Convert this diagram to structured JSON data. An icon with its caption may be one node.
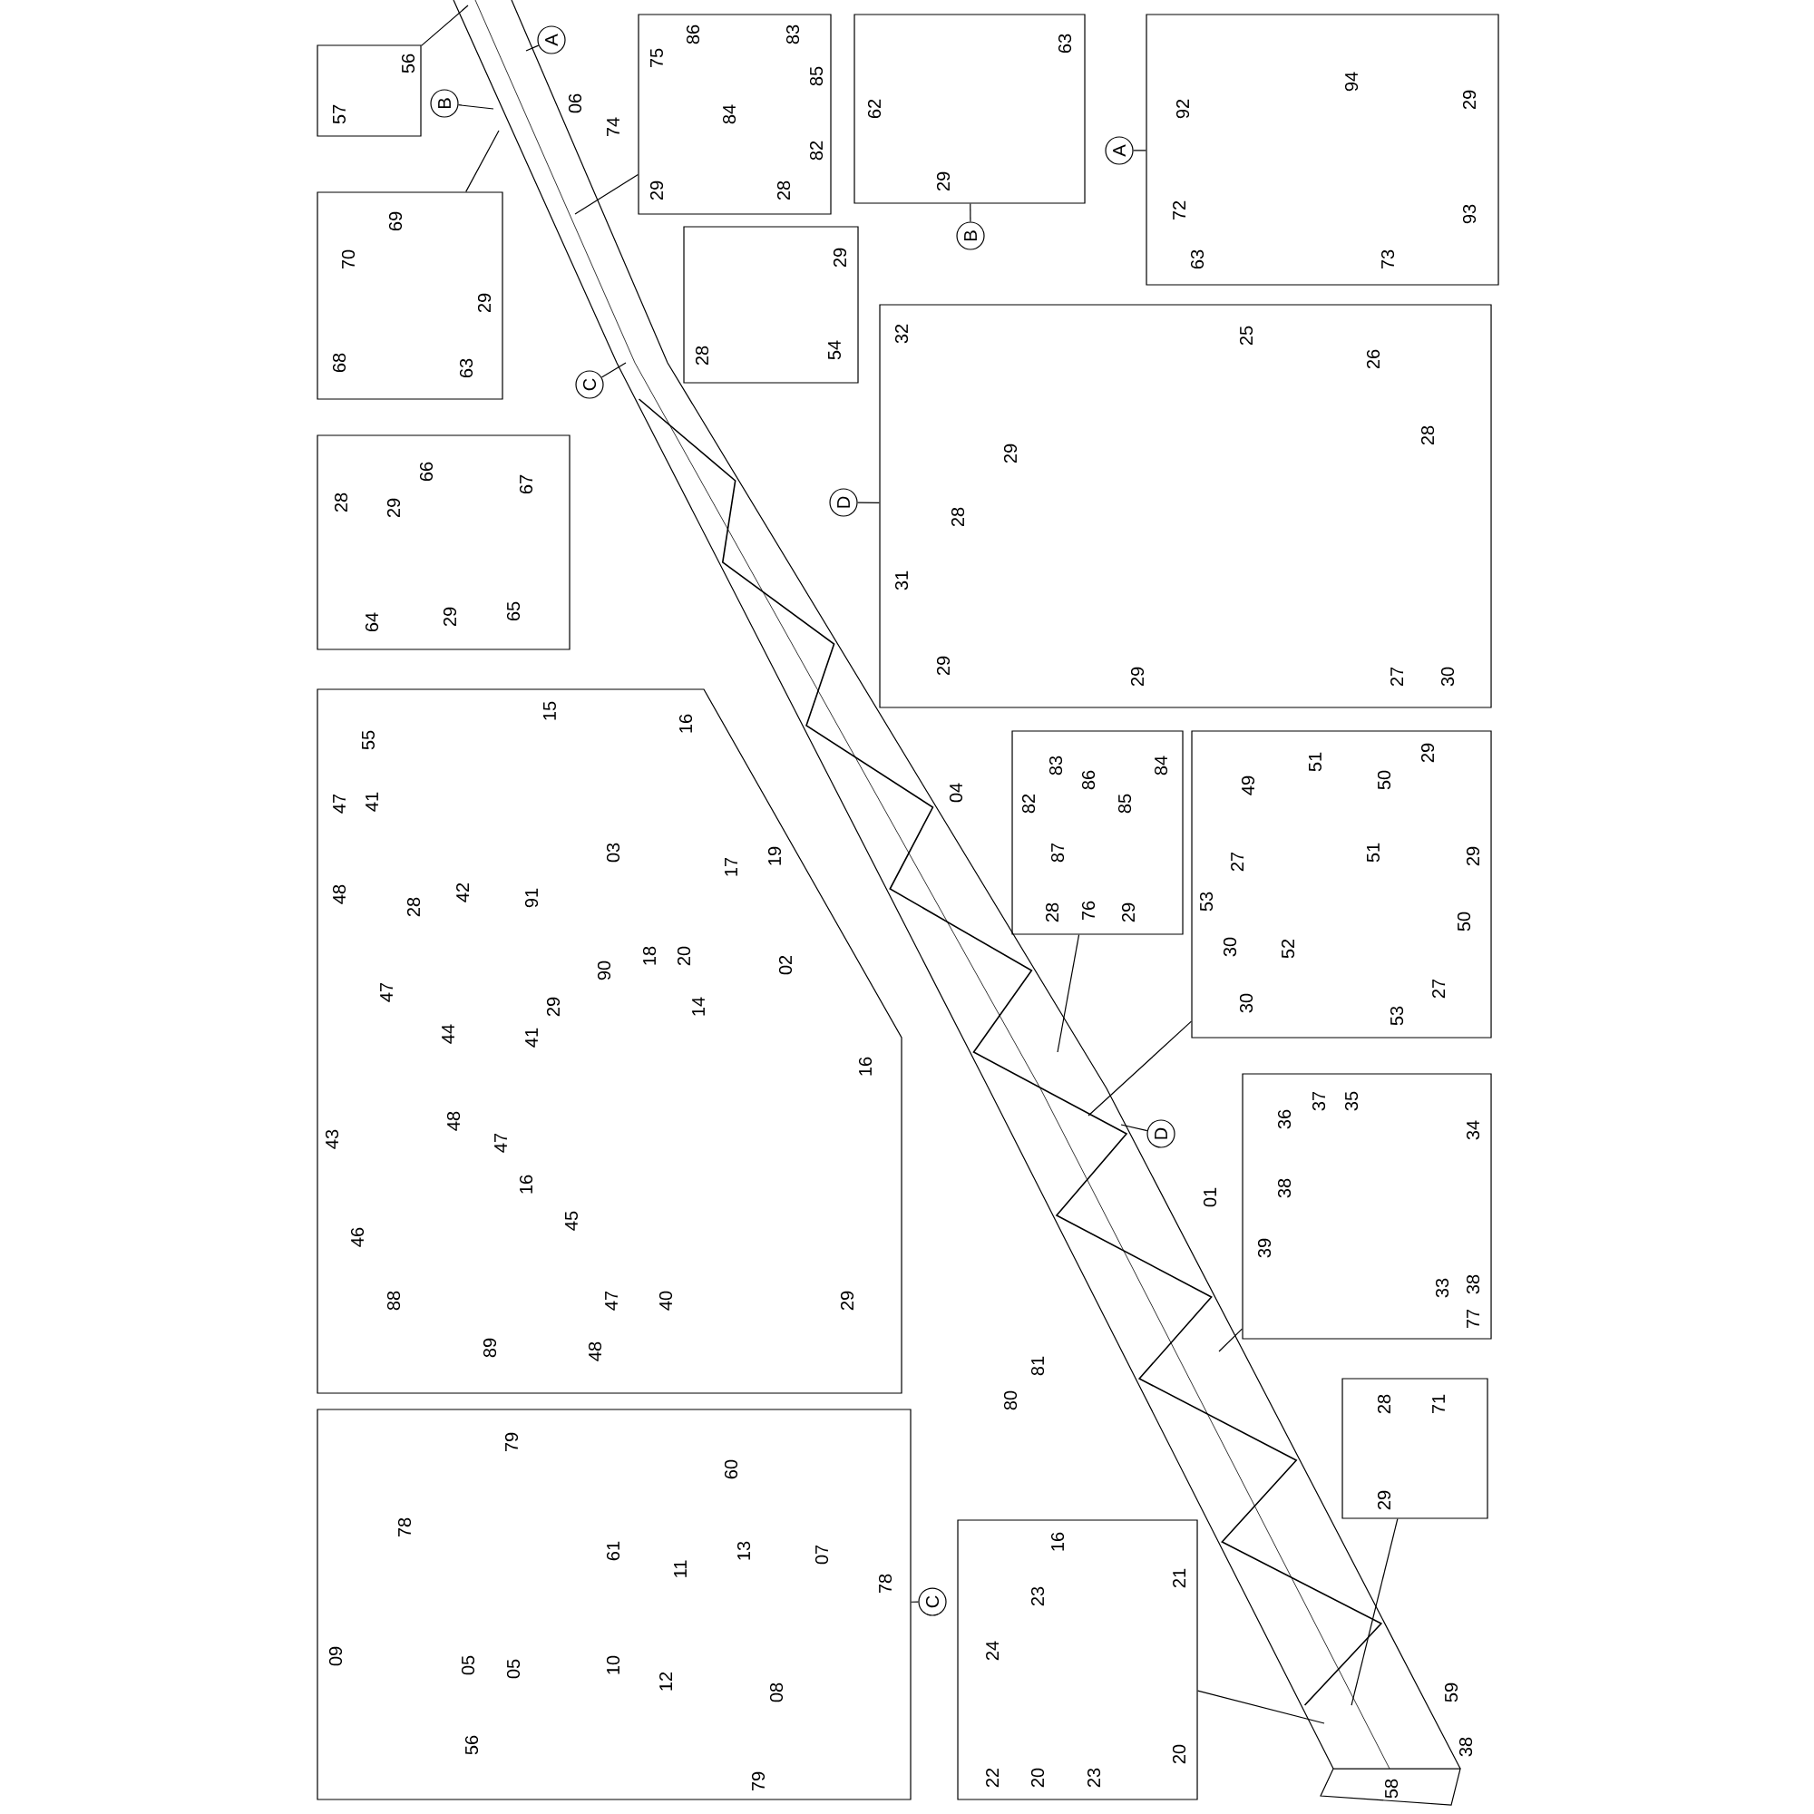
{
  "diagram": {
    "nodes": [
      {
        "text": [
          "57",
          "56"
        ]
      },
      {
        "text": [
          "B"
        ]
      },
      {
        "text": [
          "A"
        ]
      },
      {
        "text": [
          "69",
          "70",
          "29",
          "68",
          "63"
        ]
      },
      {
        "text": [
          "75",
          "86",
          "83",
          "74",
          "84",
          "85",
          "82",
          "29",
          "28"
        ]
      },
      {
        "text": [
          "62",
          "63",
          "29"
        ]
      },
      {
        "text": [
          "B"
        ]
      },
      {
        "text": [
          "92",
          "94",
          "29",
          "72",
          "93",
          "63",
          "73"
        ]
      },
      {
        "text": [
          "A"
        ]
      },
      {
        "text": [
          "29",
          "54",
          "28"
        ]
      },
      {
        "text": [
          "C"
        ]
      },
      {
        "text": [
          "28",
          "29",
          "66",
          "67",
          "64",
          "29",
          "65"
        ]
      },
      {
        "text": [
          "D"
        ]
      },
      {
        "text": [
          "32",
          "25",
          "26",
          "29",
          "28",
          "28",
          "31",
          "29",
          "29",
          "27",
          "30"
        ]
      },
      {
        "text": [
          "15",
          "16",
          "55",
          "47",
          "41",
          "48",
          "28",
          "42",
          "91",
          "03",
          "17",
          "19",
          "18",
          "20",
          "90",
          "02",
          "47",
          "44",
          "29",
          "41",
          "14",
          "16",
          "43",
          "48",
          "47",
          "46",
          "16",
          "45",
          "88",
          "89",
          "47",
          "40",
          "48",
          "29"
        ]
      },
      {
        "text": [
          "83",
          "86",
          "84",
          "82",
          "85",
          "87",
          "28",
          "76",
          "29"
        ]
      },
      {
        "text": [
          "29",
          "51",
          "50",
          "49",
          "27",
          "51",
          "29",
          "53",
          "30",
          "52",
          "50",
          "30",
          "27",
          "53"
        ]
      },
      {
        "text": [
          "D"
        ]
      },
      {
        "text": [
          "36",
          "37",
          "35",
          "34",
          "38",
          "39",
          "33",
          "38",
          "77"
        ]
      },
      {
        "text": [
          "79",
          "60",
          "78",
          "61",
          "11",
          "13",
          "07",
          "78",
          "09",
          "05",
          "05",
          "10",
          "12",
          "08",
          "56",
          "79"
        ]
      },
      {
        "text": [
          "C"
        ]
      },
      {
        "text": [
          "28",
          "71",
          "29"
        ]
      },
      {
        "text": [
          "16",
          "23",
          "21",
          "24",
          "22",
          "20",
          "23",
          "20"
        ]
      }
    ],
    "edges": [
      {
        "from": 0,
        "to": null,
        "arrow": "none"
      },
      {
        "from": 1,
        "to": null,
        "arrow": "none"
      },
      {
        "from": 2,
        "to": null,
        "arrow": "none"
      },
      {
        "from": 3,
        "to": null,
        "arrow": "none"
      },
      {
        "from": 4,
        "to": null,
        "arrow": "none"
      },
      {
        "from": 6,
        "to": 5,
        "arrow": "none"
      },
      {
        "from": 8,
        "to": 7,
        "arrow": "none"
      },
      {
        "from": 10,
        "to": null,
        "arrow": "none"
      },
      {
        "from": 12,
        "to": 13,
        "arrow": "none"
      },
      {
        "from": 15,
        "to": null,
        "arrow": "none"
      },
      {
        "from": 16,
        "to": null,
        "arrow": "none"
      },
      {
        "from": 17,
        "to": null,
        "arrow": "none"
      },
      {
        "from": 18,
        "to": null,
        "arrow": "none"
      },
      {
        "from": 20,
        "to": 19,
        "arrow": "none"
      },
      {
        "from": 21,
        "to": null,
        "arrow": "none"
      },
      {
        "from": 22,
        "to": null,
        "arrow": "none"
      }
    ],
    "labels": [
      "06",
      "04",
      "01",
      "81",
      "80",
      "59",
      "38",
      "58"
    ]
  }
}
